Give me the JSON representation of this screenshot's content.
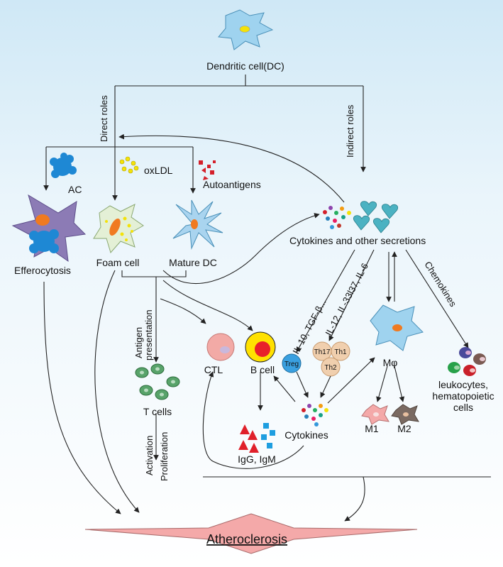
{
  "top": {
    "dc": "Dendritic cell(DC)"
  },
  "branches": {
    "direct": "Direct roles",
    "indirect": "Indirect roles"
  },
  "left": {
    "ac": "AC",
    "oxldl": "oxLDL",
    "autoantigens": "Autoantigens",
    "efferocytosis": "Efferocytosis",
    "foam_cell": "Foam cell",
    "mature_dc": "Mature DC"
  },
  "right": {
    "cytokines_secretions": "Cytokines and other secretions",
    "path_treg": "IL-10, TGF-β...",
    "path_th": "IL-12, IL-33l37, IL-6",
    "chemokines": "Chemokines",
    "leukocytes_line1": "leukocytes,",
    "leukocytes_line2": "hematopoietic",
    "leukocytes_line3": "cells"
  },
  "middle": {
    "antigen_line1": "Antigen",
    "antigen_line2": "presentation",
    "ctl": "CTL",
    "b_cell": "B cell",
    "t_cells": "T cells",
    "activation": "Activation",
    "proliferation": "Proliferation",
    "igg": "IgG, IgM",
    "cytokines": "Cytokines",
    "treg": "Treg",
    "th17": "Th17",
    "th1": "Th1",
    "th2": "Th2",
    "mphi": "Mφ",
    "m1": "M1",
    "m2": "M2"
  },
  "bottom": {
    "outcome": "Atheroclerosis"
  },
  "colors": {
    "dc_cell": "#9fd3ef",
    "ac": "#1e88d4",
    "efferocytosis": "#8c7bb5",
    "foam": "#e4f0d6",
    "nucleus_orange": "#f07a20",
    "ctl": "#f2aaa6",
    "b_cell": "#ffe100",
    "b_nucleus": "#e8202a",
    "t_cell": "#58a36a",
    "th": "#f0cfae",
    "treg": "#3aa0e0",
    "banner": "#f4a9a9",
    "m1": "#f4a9a9",
    "m2": "#7a6a62",
    "heart": "#4bb2c2",
    "igg": "#e0202a"
  }
}
